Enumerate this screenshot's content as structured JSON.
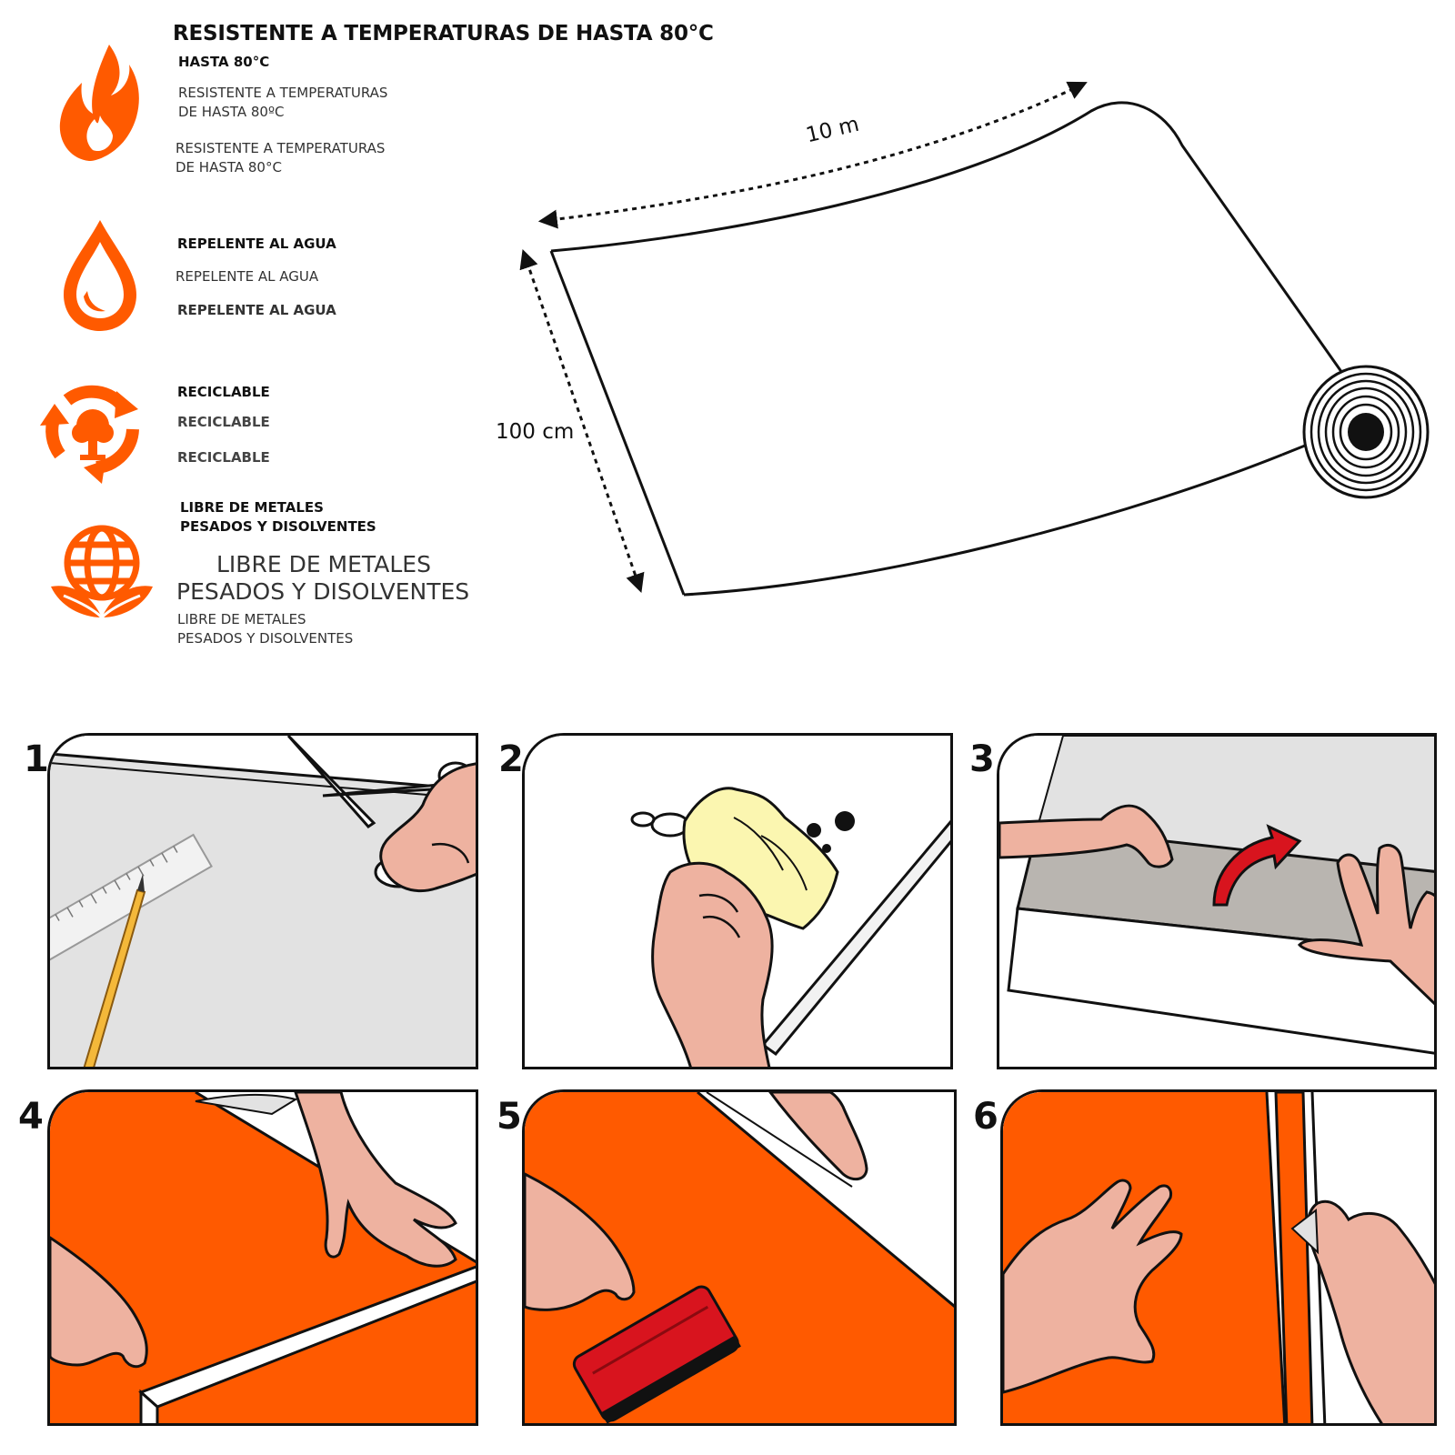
{
  "header": {
    "title": "RESISTENTE A TEMPERATURAS DE HASTA 80°C"
  },
  "features": {
    "heat": {
      "icon": "flame-icon",
      "line1": "HASTA 80°C",
      "line2a": "RESISTENTE A TEMPERATURAS",
      "line2b": "DE HASTA 80ºC",
      "line3a": "RESISTENTE A TEMPERATURAS",
      "line3b": "DE HASTA 80°C"
    },
    "water": {
      "icon": "water-drop-icon",
      "line1": "REPELENTE AL AGUA",
      "line2": "REPELENTE AL AGUA",
      "line3": "REPELENTE AL AGUA"
    },
    "recycle": {
      "icon": "recycle-tree-icon",
      "line1": "RECICLABLE",
      "line2": "RECICLABLE",
      "line3": "RECICLABLE"
    },
    "eco": {
      "icon": "globe-leaves-icon",
      "line1a": "LIBRE DE METALES",
      "line1b": "PESADOS Y DISOLVENTES",
      "line2a": "LIBRE DE METALES",
      "line2b": "PESADOS Y DISOLVENTES",
      "line3a": "LIBRE DE METALES",
      "line3b": "PESADOS Y DISOLVENTES"
    }
  },
  "roll": {
    "length_label": "10 m",
    "width_label": "100 cm"
  },
  "steps": [
    {
      "number": "1",
      "icon": "scissors-ruler-pencil-icon"
    },
    {
      "number": "2",
      "icon": "cleaning-cloth-icon"
    },
    {
      "number": "3",
      "icon": "peel-backing-icon"
    },
    {
      "number": "4",
      "icon": "apply-film-icon"
    },
    {
      "number": "5",
      "icon": "squeegee-icon"
    },
    {
      "number": "6",
      "icon": "press-edges-icon"
    }
  ],
  "colors": {
    "accent_orange": "#FF5A00",
    "grey_surface": "#E2E2E2",
    "skin": "#EEB2A0",
    "squeegee_red": "#D8141E",
    "cloth_yellow": "#FBF6B0"
  }
}
